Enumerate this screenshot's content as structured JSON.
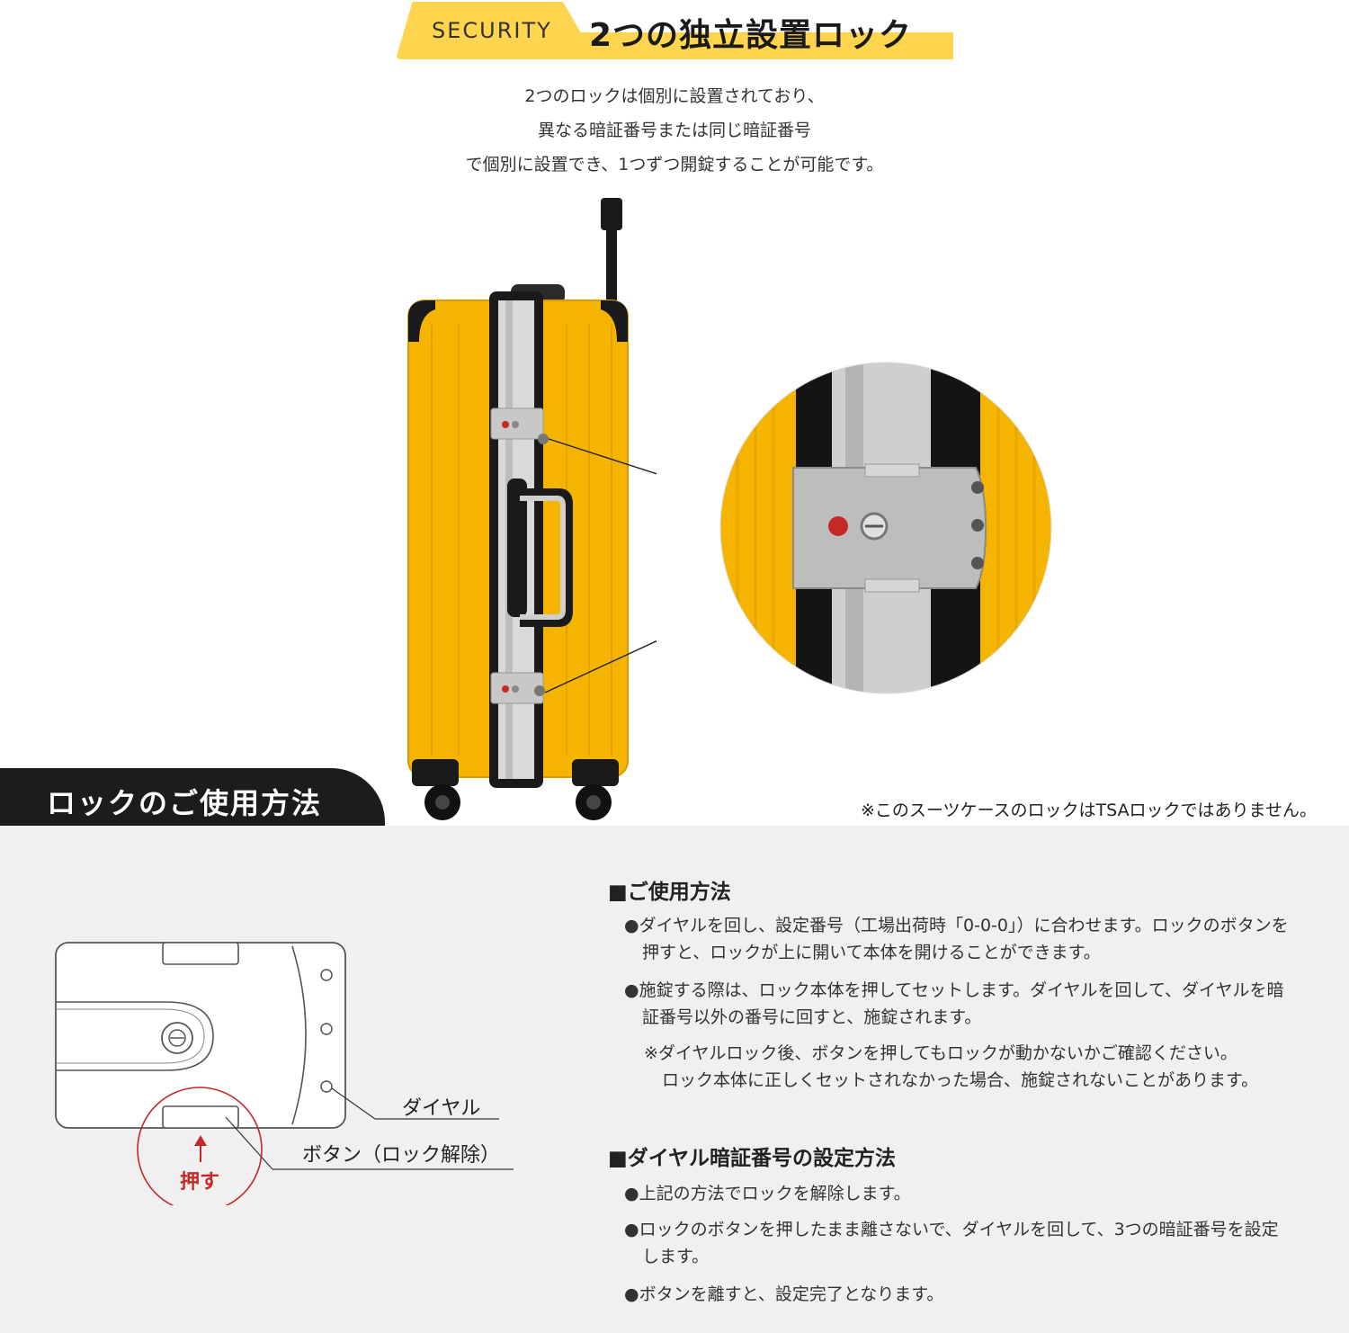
{
  "header": {
    "tag": "SECURITY",
    "title": "2つの独立設置ロック"
  },
  "intro": [
    "2つのロックは個別に設置されており、",
    "異なる暗証番号または同じ暗証番号",
    "で個別に設置でき、1つずつ開錠することが可能です。"
  ],
  "usage_tab": "ロックのご使用方法",
  "tsa_note": "※このスーツケースのロックはTSAロックではありません。",
  "diagram": {
    "dial_label": "ダイヤル",
    "button_label": "ボタン（ロック解除）",
    "push_label": "押す"
  },
  "usage": {
    "heading": "■ご使用方法",
    "item1_line1": "●ダイヤルを回し、設定番号（工場出荷時「0-0-0」）に合わせます。ロックのボタンを",
    "item1_line2": "押すと、ロックが上に開いて本体を開けることができます。",
    "item2_line1": "●施錠する際は、ロック本体を押してセットします。ダイヤルを回して、ダイヤルを暗",
    "item2_line2": "証番号以外の番号に回すと、施錠されます。",
    "note_line1": "※ダイヤルロック後、ボタンを押してもロックが動かないかご確認ください。",
    "note_line2": "ロック本体に正しくセットされなかった場合、施錠されないことがあります。"
  },
  "setting": {
    "heading": "■ダイヤル暗証番号の設定方法",
    "item1": "●上記の方法でロックを解除します。",
    "item2_line1": "●ロックのボタンを押したまま離さないで、ダイヤルを回して、3つの暗証番号を設定",
    "item2_line2": "します。",
    "item3": "●ボタンを離すと、設定完了となります。"
  },
  "colors": {
    "shell": "#f5b400",
    "accent": "#ffd54f",
    "push_red": "#c62828"
  }
}
